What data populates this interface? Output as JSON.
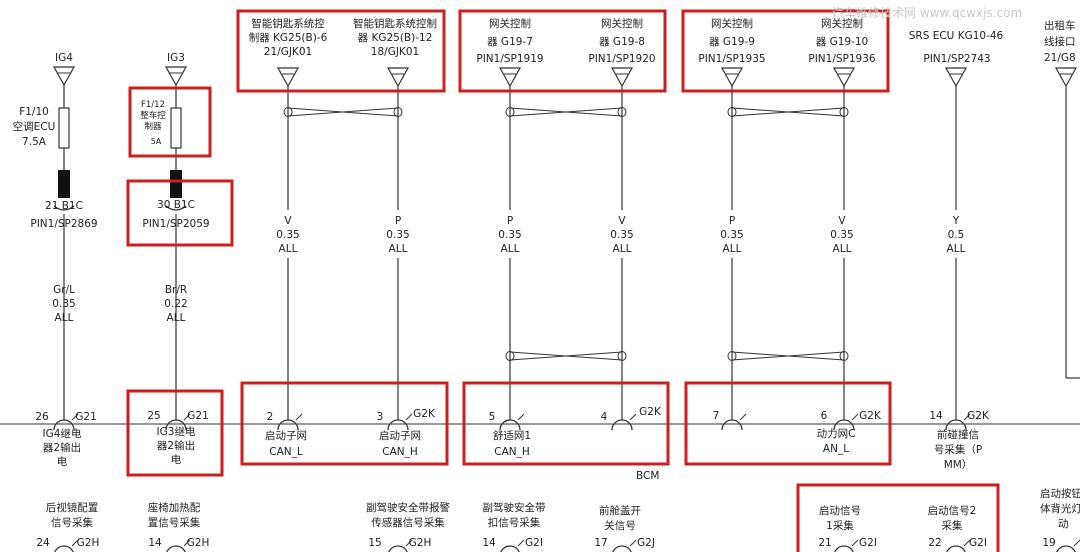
{
  "watermark": "汽车维修技术网 www.qcwxjs.com",
  "module_label": "BCM",
  "ig4": {
    "source": "IG4",
    "fuse_label": "F1/10",
    "fuse_desc": "空调ECU",
    "fuse_rating": "7.5A",
    "conn": "21  B1C",
    "splice": "PIN1/SP2869",
    "wire_color": "Gr/L",
    "wire_size": "0.35",
    "wire_opt": "ALL",
    "pin": "26",
    "pin_conn": "G21",
    "func": [
      "IG4继电",
      "器2输出",
      "电"
    ]
  },
  "ig3": {
    "source": "IG3",
    "fuse_label": "F1/12",
    "fuse_desc": "整车控",
    "fuse_desc2": "制器",
    "fuse_rating": "5A",
    "conn": "30  B1C",
    "splice": "PIN1/SP2059",
    "wire_color": "Br/R",
    "wire_size": "0.22",
    "wire_opt": "ALL",
    "pin": "25",
    "pin_conn": "G21",
    "func": [
      "IG3继电",
      "器2输出",
      "电"
    ]
  },
  "signals": [
    {
      "top": [
        "智能钥匙系统控",
        "制器 KG25(B)-6",
        "21/GJK01"
      ],
      "color": "V",
      "size": "0.35",
      "opt": "ALL",
      "pin": "2",
      "conn": "",
      "func": [
        "启动子网",
        "CAN_L"
      ]
    },
    {
      "top": [
        "智能钥匙系统控制",
        "器 KG25(B)-12",
        "18/GJK01"
      ],
      "color": "P",
      "size": "0.35",
      "opt": "ALL",
      "pin": "3",
      "conn": "G2K",
      "func": [
        "启动子网",
        "CAN_H"
      ]
    },
    {
      "top": [
        "网关控制",
        "器 G19-7",
        "PIN1/SP1919"
      ],
      "color": "P",
      "size": "0.35",
      "opt": "ALL",
      "pin": "5",
      "conn": "",
      "func": [
        "舒适网1",
        "CAN_H"
      ]
    },
    {
      "top": [
        "网关控制",
        "器 G19-8",
        "PIN1/SP1920"
      ],
      "color": "V",
      "size": "0.35",
      "opt": "ALL",
      "pin": "4",
      "conn": "G2K",
      "func": []
    },
    {
      "top": [
        "网关控制",
        "器 G19-9",
        "PIN1/SP1935"
      ],
      "color": "P",
      "size": "0.35",
      "opt": "ALL",
      "pin": "7",
      "conn": "",
      "func": []
    },
    {
      "top": [
        "网关控制",
        "器 G19-10",
        "PIN1/SP1936"
      ],
      "color": "V",
      "size": "0.35",
      "opt": "ALL",
      "pin": "6",
      "conn": "G2K",
      "func": [
        "动力网C",
        "AN_L"
      ]
    },
    {
      "top": [
        "SRS ECU KG10-46",
        "",
        "PIN1/SP2743"
      ],
      "color": "Y",
      "size": "0.5",
      "opt": "ALL",
      "pin": "14",
      "conn": "G2K",
      "func": [
        "前碰撞信",
        "号采集（P",
        "MM）"
      ]
    }
  ],
  "right_edge": [
    "出租车",
    "线接口",
    "21/G8"
  ],
  "bottom_row": [
    {
      "label": [
        "后视镜配置",
        "信号采集"
      ],
      "pin": "24",
      "conn": "G2H"
    },
    {
      "label": [
        "座椅加热配",
        "置信号采集"
      ],
      "pin": "14",
      "conn": "G2H"
    },
    {
      "label": [
        "副驾驶安全带报警",
        "传感器信号采集"
      ],
      "pin": "15",
      "conn": "G2H"
    },
    {
      "label": [
        "副驾驶安全带",
        "扣信号采集"
      ],
      "pin": "14",
      "conn": "G2I"
    },
    {
      "label": [
        "前舱盖开",
        "关信号"
      ],
      "pin": "17",
      "conn": "G2J"
    },
    {
      "label": [
        "启动信号",
        "1采集"
      ],
      "pin": "21",
      "conn": "G2I"
    },
    {
      "label": [
        "启动信号2",
        "采集"
      ],
      "pin": "22",
      "conn": "G2I"
    },
    {
      "label": [
        "启动按钮",
        "体背光灯",
        "动"
      ],
      "pin": "19",
      "conn": ""
    }
  ]
}
